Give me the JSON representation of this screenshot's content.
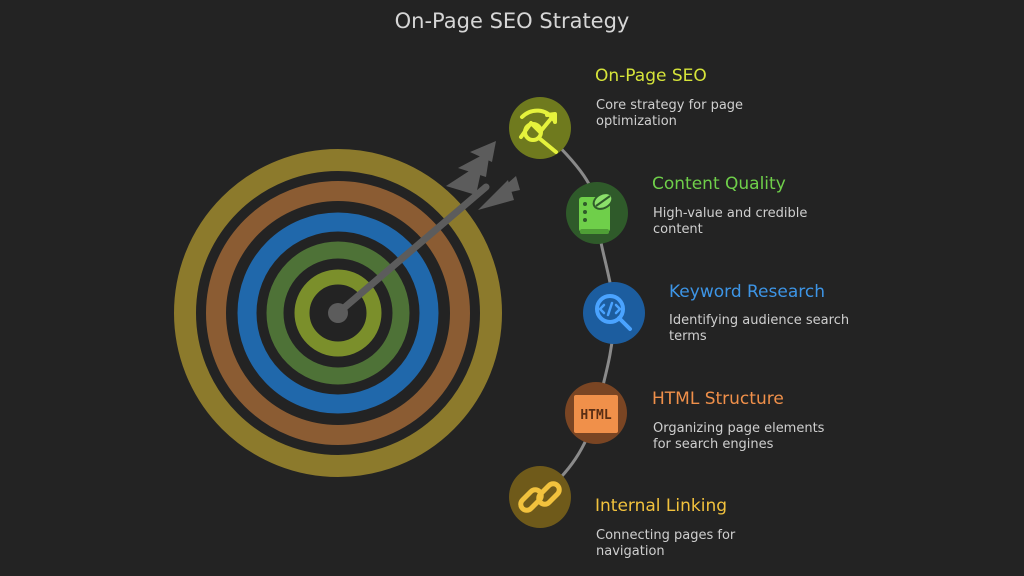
{
  "title": "On-Page SEO Strategy",
  "colors": {
    "background": "#232323",
    "ring_outer": "#8c7a2c",
    "ring_2": "#8b5c33",
    "ring_3": "#2068ab",
    "ring_4": "#4e7237",
    "ring_5": "#7b8f2b",
    "arrow": "#5c5c5c"
  },
  "items": [
    {
      "title": "On-Page SEO",
      "desc_lines": [
        "Core strategy for page",
        "optimization"
      ],
      "color": "#d6e43a",
      "icon": "growth-search-icon"
    },
    {
      "title": "Content Quality",
      "desc_lines": [
        "High-value and credible",
        "content"
      ],
      "color": "#6fcf4a",
      "icon": "document-leaf-icon"
    },
    {
      "title": "Keyword Research",
      "desc_lines": [
        "Identifying audience search",
        "terms"
      ],
      "color": "#3d95e6",
      "icon": "code-search-icon"
    },
    {
      "title": "HTML Structure",
      "desc_lines": [
        "Organizing page elements",
        "for search engines"
      ],
      "color": "#f0904a",
      "icon": "html-tag-icon",
      "icon_text": "HTML"
    },
    {
      "title": "Internal Linking",
      "desc_lines": [
        "Connecting pages for",
        "navigation"
      ],
      "color": "#f2c23d",
      "icon": "link-chain-icon"
    }
  ]
}
